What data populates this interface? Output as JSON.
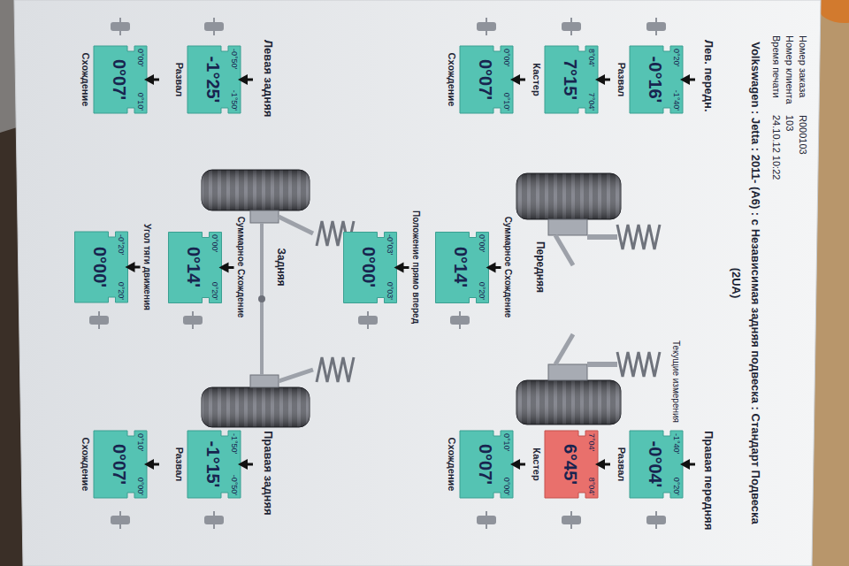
{
  "diagram": {
    "title": "Volkswagen : Jetta : 2011- (A6) : с Независимая задняя подвеска : Стандарт Подвеска (2UA)",
    "nodes": [
      {
        "text": [
          "0°20'",
          "-1°40'",
          "-0°16'",
          "Развал"
        ]
      },
      {
        "text": [
          "8°04'",
          "7°04'",
          "7°15'",
          "Кастер"
        ]
      },
      {
        "text": [
          "0°00'",
          "0°10'",
          "0°07'",
          "Схождение"
        ]
      },
      {
        "text": [
          "0°00'",
          "0°20'",
          "0°14'",
          "Суммарное Схождение"
        ]
      },
      {
        "text": [
          "-0°03'",
          "0°03'",
          "0°00'",
          "Положение прямо вперед"
        ]
      },
      {
        "text": [
          "-1°40'",
          "0°20'",
          "-0°04'",
          "Развал"
        ]
      },
      {
        "text": [
          "7°04'",
          "8°04'",
          "6°45'",
          "Кастер"
        ]
      },
      {
        "text": [
          "0°10'",
          "0°00'",
          "0°07'",
          "Схождение"
        ]
      },
      {
        "text": [
          "-0°50'",
          "-1°50'",
          "-1°25'",
          "Развал"
        ]
      },
      {
        "text": [
          "0°00'",
          "0°10'",
          "0°07'",
          "Схождение"
        ]
      },
      {
        "text": [
          "0°00'",
          "0°20'",
          "0°14'",
          "Суммарное Схождение"
        ]
      },
      {
        "text": [
          "-0°20'",
          "0°20'",
          "0°00'",
          "Угол тяги движения"
        ]
      },
      {
        "text": [
          "-1°50'",
          "-0°50'",
          "-1°15'",
          "Развал"
        ]
      },
      {
        "text": [
          "0°10'",
          "0°00'",
          "0°07'",
          "Схождение"
        ]
      }
    ],
    "labels": [
      "Номер заказа",
      "R000103",
      "Номер клиента",
      "103",
      "Время печати",
      "24.10.12 10:22",
      "Лев. передн.",
      "Текущие измерения",
      "Правая передняя",
      "Передняя",
      "Левая задняя",
      "Задняя",
      "Правая задняя"
    ]
  }
}
